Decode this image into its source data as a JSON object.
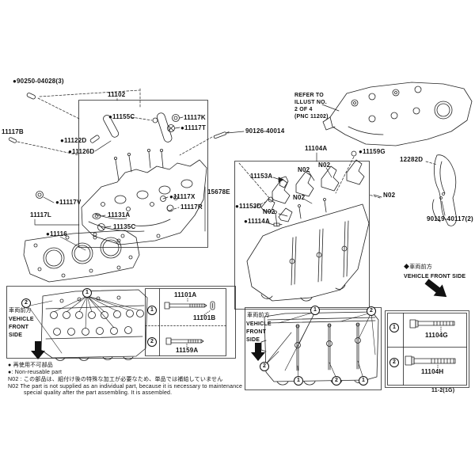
{
  "page": {
    "bg": "#ffffff",
    "ink": "#1a1a1a",
    "code": "11-2(1G)"
  },
  "refer_note": {
    "line1": "REFER TO",
    "line2": "ILLUST NO.",
    "line3": "2 OF 4",
    "line4": "(PNC 11202)"
  },
  "callouts": {
    "one": "1",
    "two": "2"
  },
  "front_marker": {
    "jp": "車両前方",
    "jp_diamond": "◆車両前方",
    "en_line1": "VEHICLE",
    "en_line2": "FRONT",
    "en_line3": "SIDE",
    "en_inline": "VEHICLE FRONT SIDE"
  },
  "legend": {
    "jp_nonreusable": "● 再使用不可部品",
    "en_nonreusable": "●: Non-reusable part",
    "jp_n02": "N02 : この部品は、組付け後の特殊な加工が必要なため、単品では補給していません",
    "en_n02_line1": "N02  The part is not supplied as an individual part, because it is necessary to maintenance",
    "en_n02_line2": "special quality after the part assembling. It is assembled."
  },
  "parts": {
    "p90250": "●90250-04028(3)",
    "p11102": "11102",
    "p11117b": "11117B",
    "p11122d": "●11122D",
    "p11126d": "●11126D",
    "p11155c": "●11155C",
    "p11117k": "11117K",
    "p11117t": "●11117T",
    "p90126": "90126-40014",
    "p11104a": "11104A",
    "p11159g": "●11159G",
    "p12282d": "12282D",
    "p11153a": "11153A",
    "p11153d": "●11153D",
    "p11114a": "●11114A",
    "p15678e": "15678E",
    "p11117v": "●11117V",
    "p11117l": "11117L",
    "p11117x": "●11117X",
    "p11117r": "11117R",
    "p11131a": "11131A",
    "p11135c": "11135C",
    "p11116": "●11116",
    "p90119": "90119-40117(2)",
    "n02": "N02",
    "p11101a": "11101A",
    "p11101b": "11101B",
    "p11159a": "11159A",
    "p11104g": "11104G",
    "p11104h": "11104H"
  }
}
